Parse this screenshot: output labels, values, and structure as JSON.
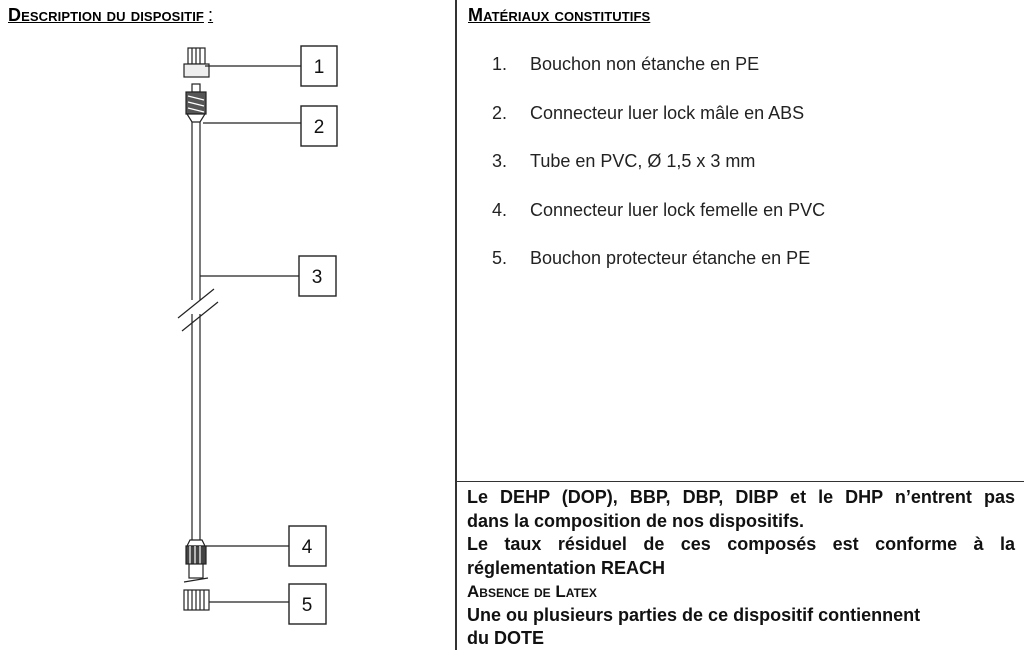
{
  "left_panel": {
    "heading": "Description du dispositif",
    "heading_suffix": ":",
    "callouts": [
      "1",
      "2",
      "3",
      "4",
      "5"
    ]
  },
  "right_panel": {
    "heading": "Matériaux constitutifs",
    "materials": [
      {
        "number": "1.",
        "text": "Bouchon non étanche en PE"
      },
      {
        "number": "2.",
        "text": "Connecteur luer lock mâle en ABS"
      },
      {
        "number": "3.",
        "text": "Tube en PVC, Ø 1,5 x 3 mm"
      },
      {
        "number": "4.",
        "text": "Connecteur luer lock femelle en PVC"
      },
      {
        "number": "5.",
        "text": "Bouchon protecteur étanche en PE"
      }
    ]
  },
  "notice": {
    "line1": "Le DEHP (DOP), BBP, DBP, DIBP et le DHP n’entrent pas",
    "line2": "dans la composition de nos dispositifs.",
    "line3": "Le taux résiduel de ces composés est conforme à la",
    "line4": "réglementation REACH",
    "line5": "Absence de Latex",
    "line6": "Une ou plusieurs parties de ce dispositif contiennent",
    "line7": "du DOTE"
  }
}
